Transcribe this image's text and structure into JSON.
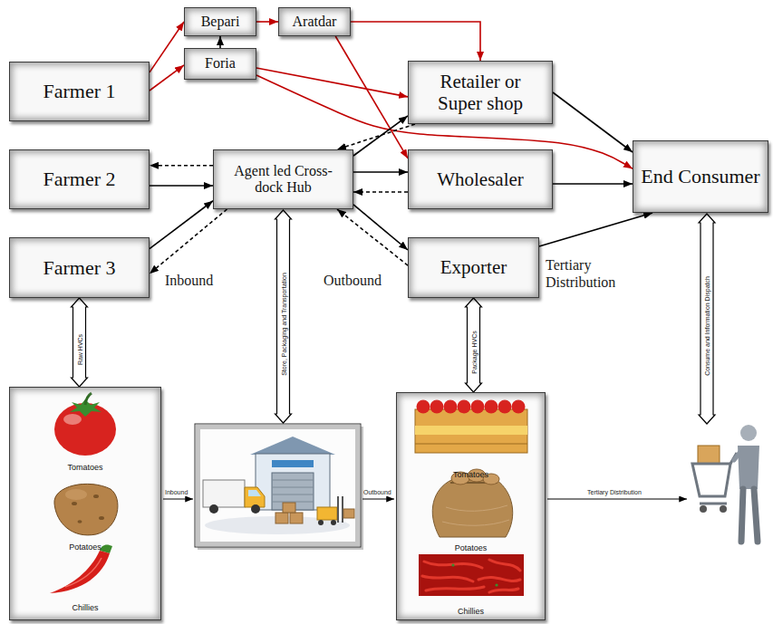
{
  "diagram": {
    "nodes": [
      {
        "text": [
          "Farmer 1"
        ]
      },
      {
        "text": [
          "Bepari"
        ]
      },
      {
        "text": [
          "Aratdar"
        ]
      },
      {
        "text": [
          "Foria"
        ]
      },
      {
        "text": [
          "Retailer or Super shop"
        ]
      },
      {
        "text": [
          "Farmer 2"
        ]
      },
      {
        "text": [
          "Agent led Cross-dock Hub"
        ]
      },
      {
        "text": [
          "Wholesaler"
        ]
      },
      {
        "text": [
          "End Consumer"
        ]
      },
      {
        "text": [
          "Farmer 3"
        ]
      },
      {
        "text": [
          "Exporter"
        ]
      },
      {
        "text": [
          "Tomatoes",
          "Potatoes",
          "Chillies"
        ]
      },
      {
        "text": [
          "Tomatoes",
          "Potatoes",
          "Chillies"
        ]
      }
    ],
    "edges": [
      {
        "from": 0,
        "to": 1,
        "arrow": "to"
      },
      {
        "from": 0,
        "to": 3,
        "arrow": "to"
      },
      {
        "from": 3,
        "to": 1,
        "arrow": "to"
      },
      {
        "from": 1,
        "to": 2,
        "arrow": "to"
      },
      {
        "from": 2,
        "to": 4,
        "arrow": "to"
      },
      {
        "from": 2,
        "to": 7,
        "arrow": "to"
      },
      {
        "from": 3,
        "to": 4,
        "arrow": "to"
      },
      {
        "from": 3,
        "to": 8,
        "arrow": "to"
      },
      {
        "from": 5,
        "to": 6,
        "arrow": "to"
      },
      {
        "from": 6,
        "to": 5,
        "arrow": "to"
      },
      {
        "from": 9,
        "to": 6,
        "arrow": "to"
      },
      {
        "from": 6,
        "to": 9,
        "arrow": "to"
      },
      {
        "from": 6,
        "to": 4,
        "arrow": "to"
      },
      {
        "from": 4,
        "to": 6,
        "arrow": "to"
      },
      {
        "from": 6,
        "to": 7,
        "arrow": "to"
      },
      {
        "from": 7,
        "to": 6,
        "arrow": "to"
      },
      {
        "from": 6,
        "to": 10,
        "arrow": "to"
      },
      {
        "from": 10,
        "to": 6,
        "arrow": "to"
      },
      {
        "from": 4,
        "to": 8,
        "arrow": "to"
      },
      {
        "from": 7,
        "to": 8,
        "arrow": "to"
      },
      {
        "from": 10,
        "to": 8,
        "arrow": "to"
      },
      {
        "from": 9,
        "to": 11,
        "label": "Raw HVCs",
        "arrow": "both"
      },
      {
        "from": 10,
        "to": 12,
        "label": "Package HVCs",
        "arrow": "both"
      }
    ],
    "labels": [
      "Inbound",
      "Outbound",
      "Tertiary Distribution",
      "Store, Packaging and Transportation",
      "Inbound",
      "Outbound",
      "Tertiary Distribution",
      "Consume and Information Dispatch"
    ]
  }
}
